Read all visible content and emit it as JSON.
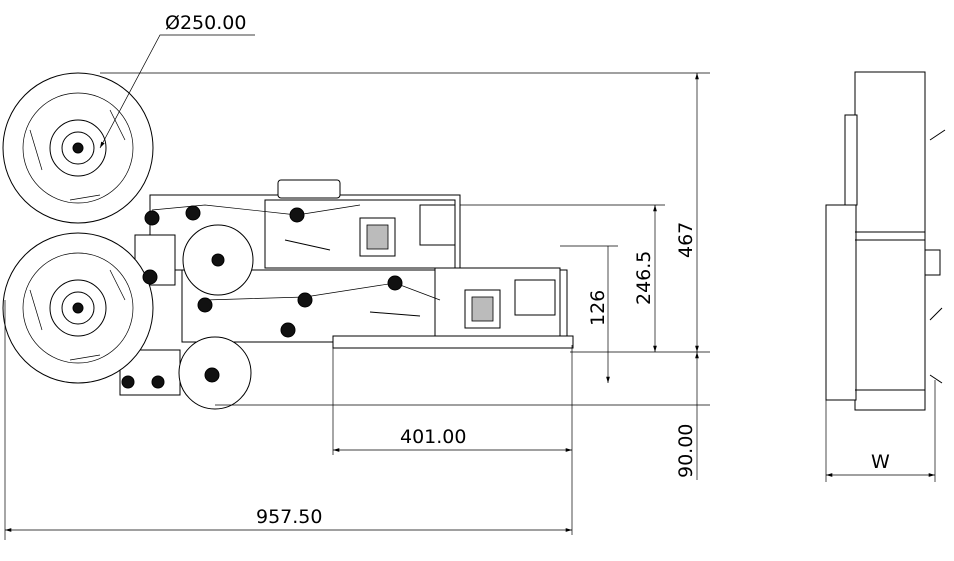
{
  "drawing": {
    "dimensions": {
      "reel_diameter": "Ø250.00",
      "overall_height": "467",
      "upper_height": "246.5",
      "lower_height": "126",
      "plate_width": "401.00",
      "bottom_offset": "90.00",
      "overall_width": "957.50",
      "side_width": "W"
    }
  }
}
